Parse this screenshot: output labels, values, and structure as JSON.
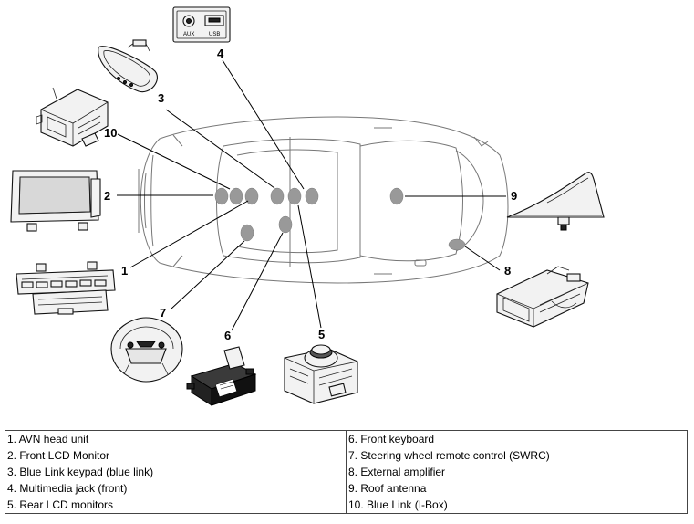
{
  "callouts": {
    "c1": "1",
    "c2": "2",
    "c3": "3",
    "c4": "4",
    "c5": "5",
    "c6": "6",
    "c7": "7",
    "c8": "8",
    "c9": "9",
    "c10": "10"
  },
  "jack_labels": {
    "aux": "AUX",
    "usb": "USB"
  },
  "legend": {
    "left": [
      "1. AVN head unit",
      "2. Front LCD Monitor",
      "3. Blue Link keypad (blue link)",
      "4. Multimedia jack (front)",
      "5. Rear LCD monitors"
    ],
    "right": [
      "6. Front keyboard",
      "7. Steering wheel remote control (SWRC)",
      "8. External amplifier",
      "9. Roof antenna",
      "10. Blue Link (I-Box)"
    ]
  },
  "colors": {
    "marker": "#999999",
    "car_outline": "#777777",
    "line": "#000000"
  }
}
